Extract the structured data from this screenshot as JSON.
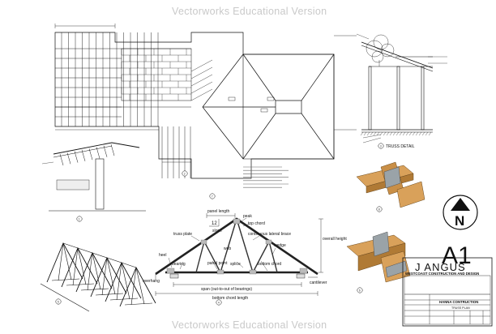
{
  "watermark": {
    "top": "Vectorworks Educational Version",
    "bottom": "Vectorworks Educational Version"
  },
  "roof_plan": {
    "notes": [
      "TRUSS DETAIL"
    ]
  },
  "truss_elevation": {
    "labels": {
      "panel_length": "panel length",
      "peak": "peak",
      "top_chord": "top chord",
      "slope_num": "12",
      "slope": "slope",
      "continuous_lateral_brace": "continuous lateral brace",
      "truss_plate": "truss plate",
      "overall_height": "overall height",
      "heel": "heel",
      "web": "web",
      "wedge": "wedge",
      "bearing": "bearing",
      "panel_point": "panel point",
      "splice": "splice",
      "bottom_chord": "bottom chord",
      "overhang": "overhang",
      "span": "span (out-to-out of bearings)",
      "cantilever": "cantilever",
      "bottom_chord_length": "bottom chord length"
    }
  },
  "north_arrow": {
    "letter": "N"
  },
  "sheet_number": "A1",
  "title_block": {
    "company": "J ANGUS",
    "company_sub": "WESTCOAST CONSTRUCTION AND DESIGN",
    "project": "HANNA CONTRUCTION",
    "drawing": "TRUSS PLAN"
  },
  "callouts": {
    "c1": "1",
    "c2": "2",
    "c3": "3",
    "c4": "4",
    "c5": "5",
    "c6": "6",
    "c7": "7",
    "c8": "8"
  },
  "colors": {
    "line": "#111111",
    "watermark": "#c9c9c9",
    "wood": "#d9a15a",
    "wood_dark": "#b07a35",
    "metal": "#9aa3a8"
  }
}
